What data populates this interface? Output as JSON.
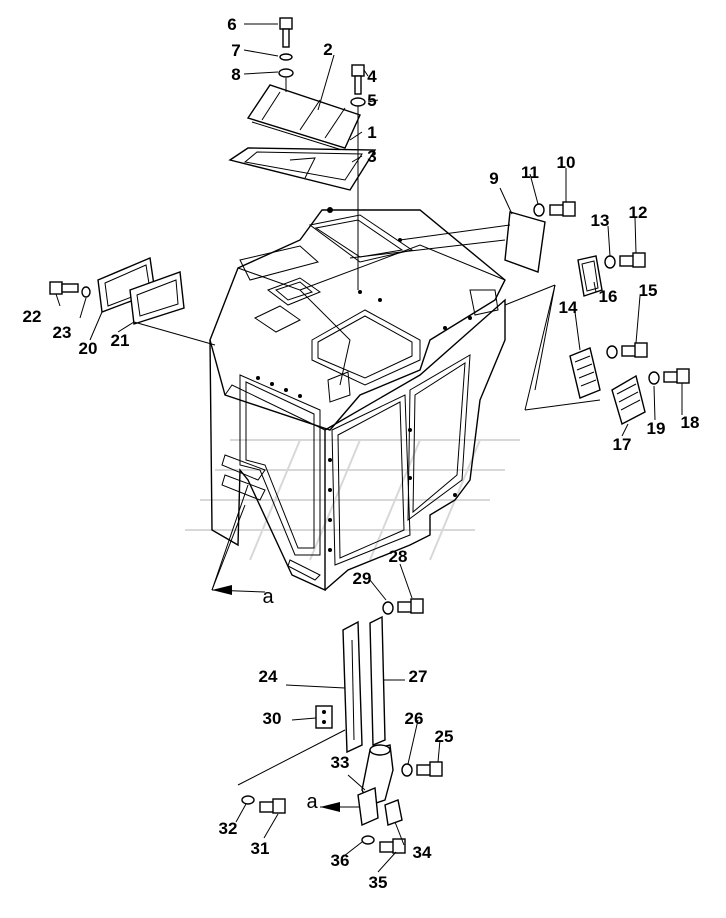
{
  "diagram": {
    "type": "exploded parts diagram",
    "callouts": [
      {
        "id": "c1",
        "text": "1"
      },
      {
        "id": "c2",
        "text": "2"
      },
      {
        "id": "c3",
        "text": "3"
      },
      {
        "id": "c4",
        "text": "4"
      },
      {
        "id": "c5",
        "text": "5"
      },
      {
        "id": "c6",
        "text": "6"
      },
      {
        "id": "c7",
        "text": "7"
      },
      {
        "id": "c8",
        "text": "8"
      },
      {
        "id": "c9",
        "text": "9"
      },
      {
        "id": "c10",
        "text": "10"
      },
      {
        "id": "c11",
        "text": "11"
      },
      {
        "id": "c12",
        "text": "12"
      },
      {
        "id": "c13",
        "text": "13"
      },
      {
        "id": "c14",
        "text": "14"
      },
      {
        "id": "c15",
        "text": "15"
      },
      {
        "id": "c16",
        "text": "16"
      },
      {
        "id": "c17",
        "text": "17"
      },
      {
        "id": "c18",
        "text": "18"
      },
      {
        "id": "c19",
        "text": "19"
      },
      {
        "id": "c20",
        "text": "20"
      },
      {
        "id": "c21",
        "text": "21"
      },
      {
        "id": "c22",
        "text": "22"
      },
      {
        "id": "c23",
        "text": "23"
      },
      {
        "id": "c24",
        "text": "24"
      },
      {
        "id": "c25",
        "text": "25"
      },
      {
        "id": "c26",
        "text": "26"
      },
      {
        "id": "c27",
        "text": "27"
      },
      {
        "id": "c28",
        "text": "28"
      },
      {
        "id": "c29",
        "text": "29"
      },
      {
        "id": "c30",
        "text": "30"
      },
      {
        "id": "c31",
        "text": "31"
      },
      {
        "id": "c32",
        "text": "32"
      },
      {
        "id": "c33",
        "text": "33"
      },
      {
        "id": "c34",
        "text": "34"
      },
      {
        "id": "c35",
        "text": "35"
      },
      {
        "id": "c36",
        "text": "36"
      }
    ],
    "view_markers": [
      {
        "id": "a1",
        "text": "a"
      },
      {
        "id": "a2",
        "text": "a"
      }
    ]
  }
}
